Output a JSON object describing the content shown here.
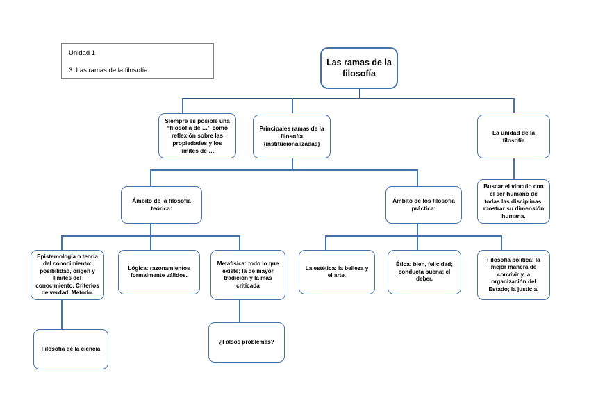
{
  "page": {
    "title": "Las ramas de la filosofía",
    "accent_color": "#4472a8",
    "header_border_color": "#808080",
    "background_color": "#ffffff"
  },
  "header": {
    "unit_label": "Unidad 1",
    "topic_label": "3. Las ramas de la filosofía"
  },
  "nodes": {
    "root": "Las ramas de la filosofía",
    "siempre_posible": "Siempre es posible una “filosofía de …” como reflexión sobre las propiedades y los límites de …",
    "principales_ramas": "Principales ramas de la filosofía (institucionalizadas)",
    "unidad_filosofia": "La unidad de la filosofía",
    "ambito_teorica": "Ámbito de la filosofía teórica:",
    "ambito_practica": "Ámbito de los filosofía práctica:",
    "buscar_vinculo": "Buscar el vínculo con el ser humano de todas las disciplinas, mostrar su dimensión humana.",
    "epistemologia": "Epistemología o teoría del conocimiento: posibilidad, origen y límites del conocimiento. Criterios de verdad. Método.",
    "logica": "Lógica: razonamientos formalmente válidos.",
    "metafisica": "Metafísica: todo lo que existe; la de mayor tradición y la más criticada",
    "estetica": "La estética: la belleza y el arte.",
    "etica": "Ética: bien, felicidad; conducta buena; el deber.",
    "politica": "Filosofía política: la mejor manera de convivir y la organización del Estado; la justicia.",
    "filosofia_ciencia": "Filosofía de la ciencia",
    "falsos_problemas": "¿Falsos problemas?"
  },
  "chart_data": {
    "type": "diagram",
    "diagram_kind": "tree",
    "title": "Las ramas de la filosofía",
    "levels": [
      {
        "level": 0,
        "items": [
          "Las ramas de la filosofía"
        ]
      },
      {
        "level": 1,
        "items": [
          "Siempre es posible una “filosofía de …” como reflexión sobre las propiedades y los límites de …",
          "Principales ramas de la filosofía (institucionalizadas)",
          "La unidad de la filosofía"
        ]
      },
      {
        "level": 2,
        "items": [
          "Ámbito de la filosofía teórica:",
          "Ámbito de los filosofía práctica:",
          "Buscar el vínculo con el ser humano de todas las disciplinas, mostrar su dimensión humana."
        ]
      },
      {
        "level": 3,
        "items": [
          "Epistemología o teoría del conocimiento: posibilidad, origen y límites del conocimiento. Criterios de verdad. Método.",
          "Lógica: razonamientos formalmente válidos.",
          "Metafísica: todo lo que existe; la de mayor tradición y la más criticada",
          "La estética: la belleza y el arte.",
          "Ética: bien, felicidad; conducta buena; el deber.",
          "Filosofía política: la mejor manera de convivir y la organización del Estado; la justicia."
        ]
      },
      {
        "level": 4,
        "items": [
          "Filosofía de la ciencia",
          "¿Falsos problemas?"
        ]
      }
    ],
    "edges": [
      {
        "from": "Las ramas de la filosofía",
        "to": "Siempre es posible una “filosofía de …” como reflexión sobre las propiedades y los límites de …"
      },
      {
        "from": "Las ramas de la filosofía",
        "to": "Principales ramas de la filosofía (institucionalizadas)"
      },
      {
        "from": "Las ramas de la filosofía",
        "to": "La unidad de la filosofía"
      },
      {
        "from": "Principales ramas de la filosofía (institucionalizadas)",
        "to": "Ámbito de la filosofía teórica:"
      },
      {
        "from": "Principales ramas de la filosofía (institucionalizadas)",
        "to": "Ámbito de los filosofía práctica:"
      },
      {
        "from": "La unidad de la filosofía",
        "to": "Buscar el vínculo con el ser humano de todas las disciplinas, mostrar su dimensión humana."
      },
      {
        "from": "Ámbito de la filosofía teórica:",
        "to": "Epistemología o teoría del conocimiento: posibilidad, origen y límites del conocimiento. Criterios de verdad. Método."
      },
      {
        "from": "Ámbito de la filosofía teórica:",
        "to": "Lógica: razonamientos formalmente válidos."
      },
      {
        "from": "Ámbito de la filosofía teórica:",
        "to": "Metafísica: todo lo que existe; la de mayor tradición y la más criticada"
      },
      {
        "from": "Ámbito de los filosofía práctica:",
        "to": "La estética: la belleza y el arte."
      },
      {
        "from": "Ámbito de los filosofía práctica:",
        "to": "Ética: bien, felicidad; conducta buena; el deber."
      },
      {
        "from": "Ámbito de los filosofía práctica:",
        "to": "Filosofía política: la mejor manera de convivir y la organización del Estado; la justicia."
      },
      {
        "from": "Epistemología o teoría del conocimiento: posibilidad, origen y límites del conocimiento. Criterios de verdad. Método.",
        "to": "Filosofía de la ciencia"
      },
      {
        "from": "Metafísica: todo lo que existe; la de mayor tradición y la más criticada",
        "to": "¿Falsos problemas?"
      }
    ]
  }
}
